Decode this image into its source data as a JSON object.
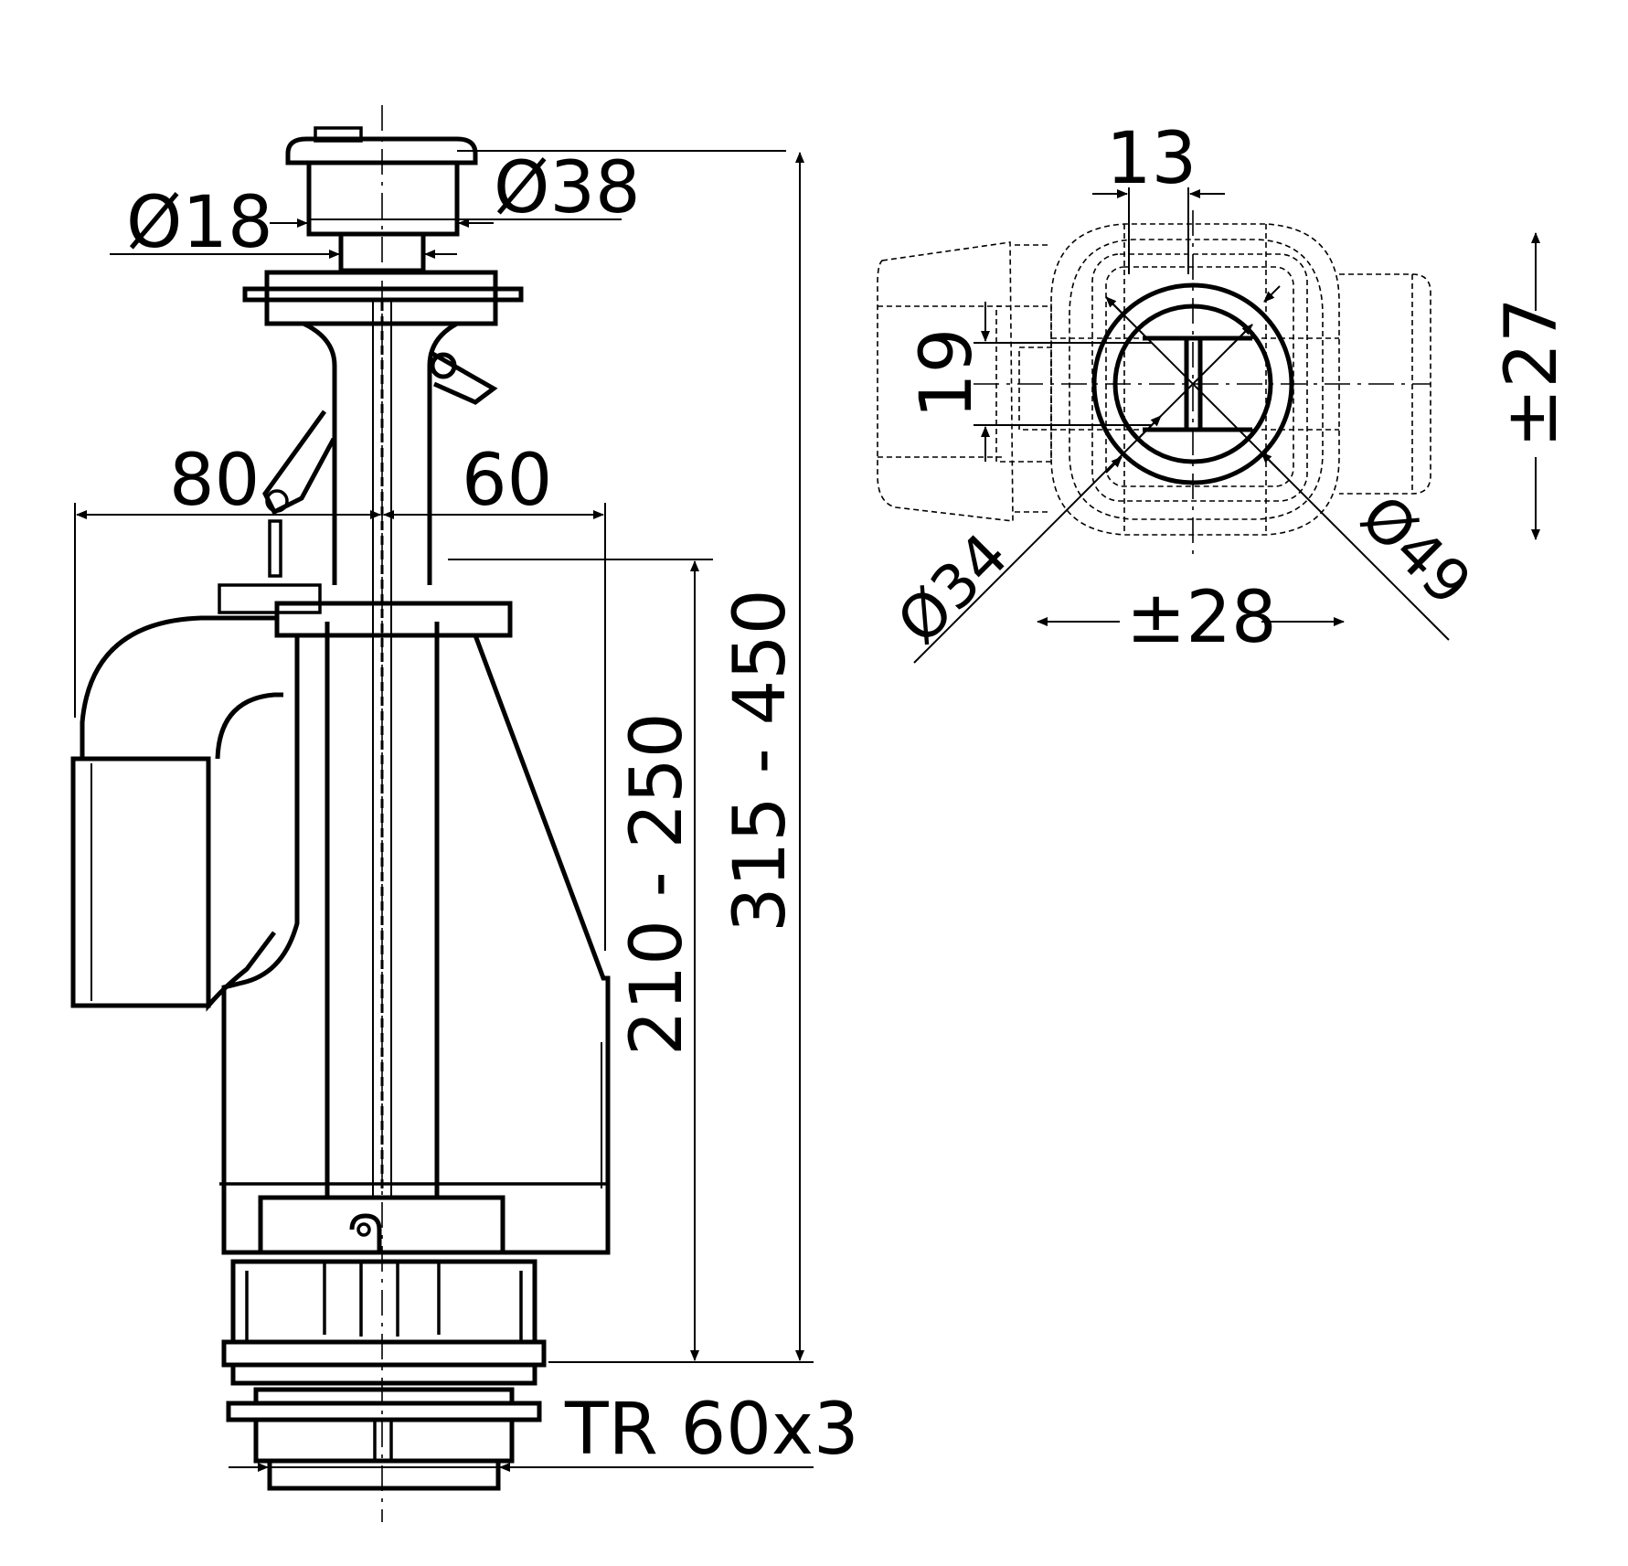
{
  "dimensions": {
    "d18": "Ø18",
    "d38": "Ø38",
    "w80": "80",
    "w60": "60",
    "h210_250": "210 - 250",
    "h315_450": "315 - 450",
    "thread": "TR 60x3",
    "w13": "13",
    "h19": "19",
    "d34": "Ø34",
    "d49": "Ø49",
    "pm28": "±28",
    "pm27": "±27"
  }
}
